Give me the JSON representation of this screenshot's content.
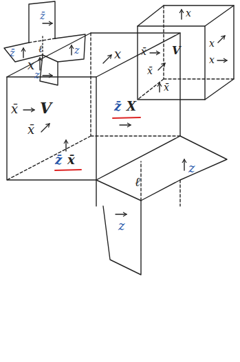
{
  "diagram": {
    "labels": [
      "z̄",
      "z̄",
      "ℓ",
      "z",
      "z",
      "x",
      "x",
      "x",
      "x̄",
      "V",
      "x̄",
      "x̄",
      "x",
      "x",
      "x̄",
      "V",
      "x̄",
      "z̄",
      "X",
      "z̄",
      "x̄",
      "ℓ",
      "z",
      "z"
    ]
  }
}
